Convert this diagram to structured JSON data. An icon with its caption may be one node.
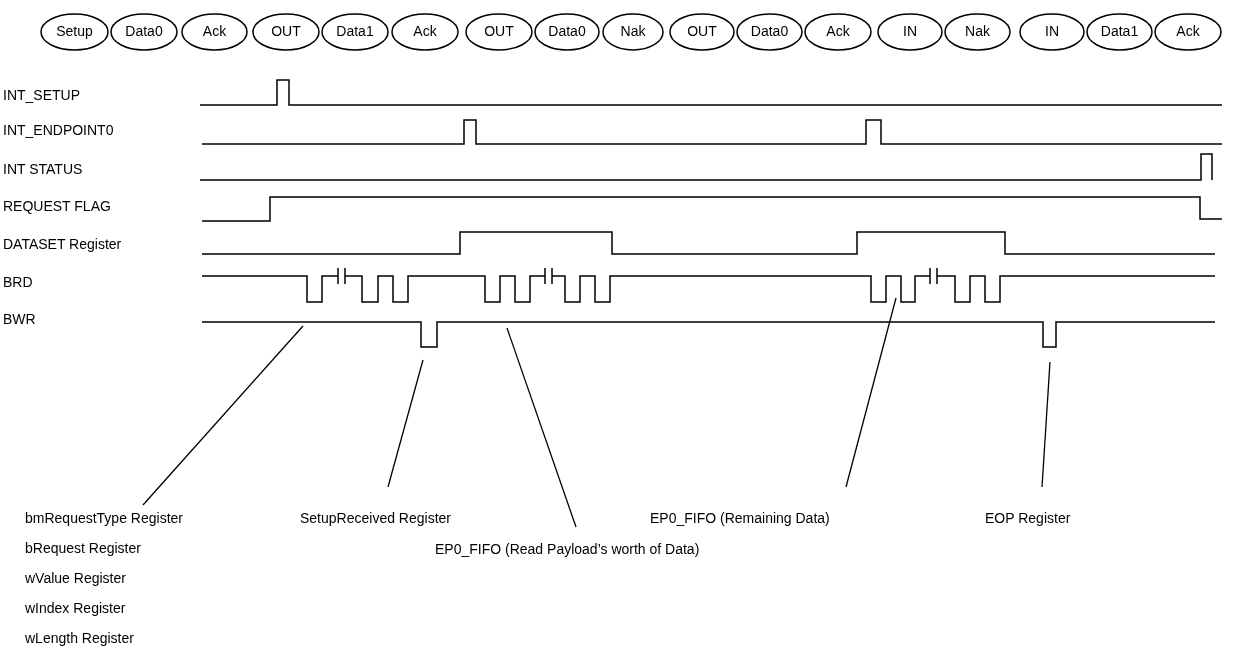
{
  "diagram": {
    "nodes": [
      {
        "text": [
          "Setup"
        ]
      },
      {
        "text": [
          "Data0"
        ]
      },
      {
        "text": [
          "Ack"
        ]
      },
      {
        "text": [
          "OUT"
        ]
      },
      {
        "text": [
          "Data1"
        ]
      },
      {
        "text": [
          "Ack"
        ]
      },
      {
        "text": [
          "OUT"
        ]
      },
      {
        "text": [
          "Data0"
        ]
      },
      {
        "text": [
          "Nak"
        ]
      },
      {
        "text": [
          "OUT"
        ]
      },
      {
        "text": [
          "Data0"
        ]
      },
      {
        "text": [
          "Ack"
        ]
      },
      {
        "text": [
          "IN"
        ]
      },
      {
        "text": [
          "Nak"
        ]
      },
      {
        "text": [
          "IN"
        ]
      },
      {
        "text": [
          "Data1"
        ]
      },
      {
        "text": [
          "Ack"
        ]
      },
      {
        "text": [
          "bmRequestType Register",
          "bRequest Register",
          "wValue Register",
          "wIndex Register",
          "wLength Register"
        ]
      },
      {
        "text": [
          "SetupReceived Register"
        ]
      },
      {
        "text": [
          "EP0_FIFO (Read Payload’s worth of Data)"
        ]
      },
      {
        "text": [
          "EP0_FIFO (Remaining Data)"
        ]
      },
      {
        "text": [
          "EOP Register"
        ]
      }
    ],
    "edges": [
      {
        "from": 17,
        "to": null,
        "arrow": "none"
      },
      {
        "from": 18,
        "to": null,
        "arrow": "none"
      },
      {
        "from": 19,
        "to": null,
        "arrow": "none"
      },
      {
        "from": 20,
        "to": null,
        "arrow": "none"
      },
      {
        "from": 21,
        "to": null,
        "arrow": "none"
      }
    ],
    "labels": [
      "INT_SETUP",
      "INT_ENDPOINT0",
      "INT STATUS",
      "REQUEST FLAG",
      "DATASET Register",
      "BRD",
      "BWR"
    ]
  }
}
